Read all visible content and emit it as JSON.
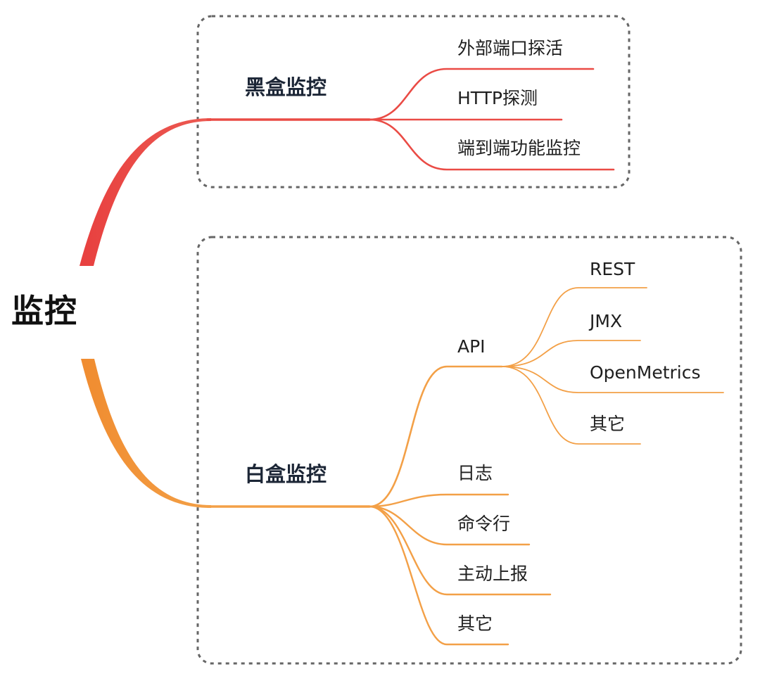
{
  "colors": {
    "black_box_branch": "#ea4b45",
    "white_box_branch": "#f3a047",
    "black_box_stroke_start": "#e8403f",
    "white_box_stroke_start": "#f08c30",
    "group_border": "#666666",
    "text": "#1b1b1b"
  },
  "root": {
    "label": "监控"
  },
  "black_box": {
    "label": "黑盒监控",
    "children": [
      {
        "label": "外部端口探活"
      },
      {
        "label": "HTTP探测"
      },
      {
        "label": "端到端功能监控"
      }
    ]
  },
  "white_box": {
    "label": "白盒监控",
    "api": {
      "label": "API",
      "children": [
        {
          "label": "REST"
        },
        {
          "label": "JMX"
        },
        {
          "label": "OpenMetrics"
        },
        {
          "label": "其它"
        }
      ]
    },
    "children": [
      {
        "label": "日志"
      },
      {
        "label": "命令行"
      },
      {
        "label": "主动上报"
      },
      {
        "label": "其它"
      }
    ]
  }
}
